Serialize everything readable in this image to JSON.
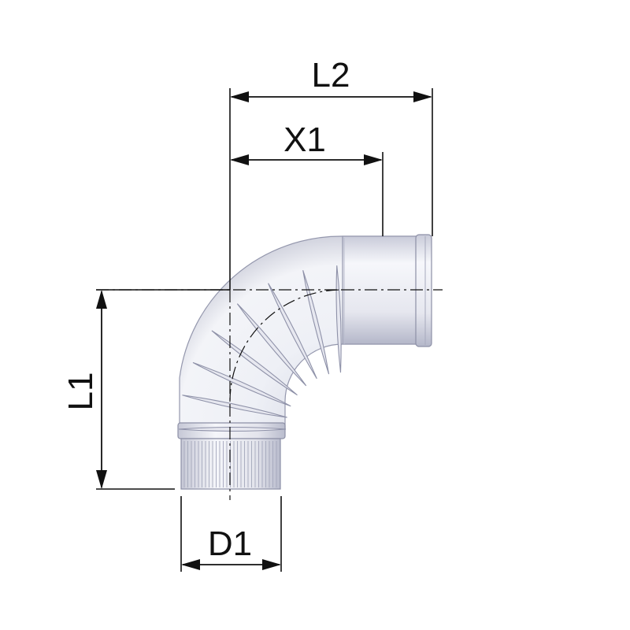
{
  "diagram": {
    "labels": {
      "L1": "L1",
      "L2": "L2",
      "X1": "X1",
      "D1": "D1"
    },
    "colors": {
      "line": "#111111",
      "pipe_light": "#f4f5f9",
      "pipe_mid": "#d9dbe6",
      "pipe_dark": "#a9acc0",
      "outline": "#8d90a6"
    }
  }
}
